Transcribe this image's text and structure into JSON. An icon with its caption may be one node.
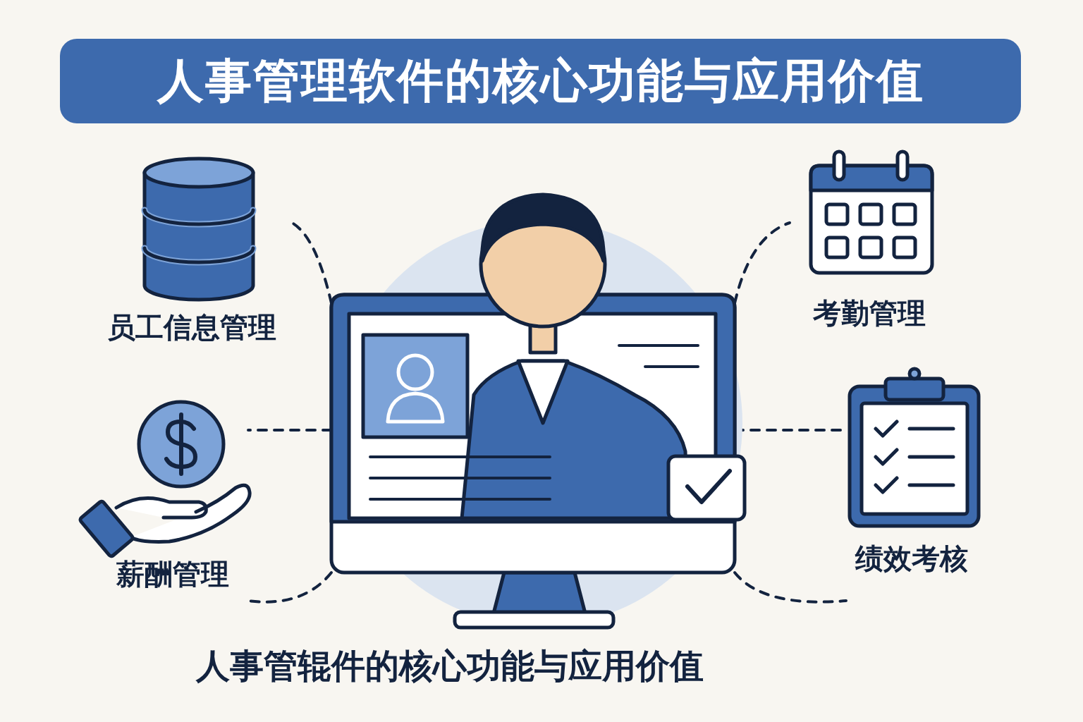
{
  "diagram": {
    "title": "人事管理软件的核心功能与应用价值",
    "caption": "人事管辊件的核心功能与应用价值",
    "nodes": [
      {
        "text": [],
        "shape": "picture"
      },
      {
        "text": [
          "员工信息管理"
        ]
      },
      {
        "text": [
          "薪酬管理"
        ]
      },
      {
        "text": [
          "考勤管理"
        ]
      },
      {
        "text": [
          "绩效考核"
        ]
      }
    ],
    "edges": [
      {
        "from": 0,
        "to": 1,
        "arrow": "none"
      },
      {
        "from": 0,
        "to": 2,
        "arrow": "none"
      },
      {
        "from": 0,
        "to": 2,
        "arrow": "none"
      },
      {
        "from": 0,
        "to": 3,
        "arrow": "none"
      },
      {
        "from": 0,
        "to": 4,
        "arrow": "none"
      },
      {
        "from": 0,
        "to": 4,
        "arrow": "none"
      }
    ]
  }
}
